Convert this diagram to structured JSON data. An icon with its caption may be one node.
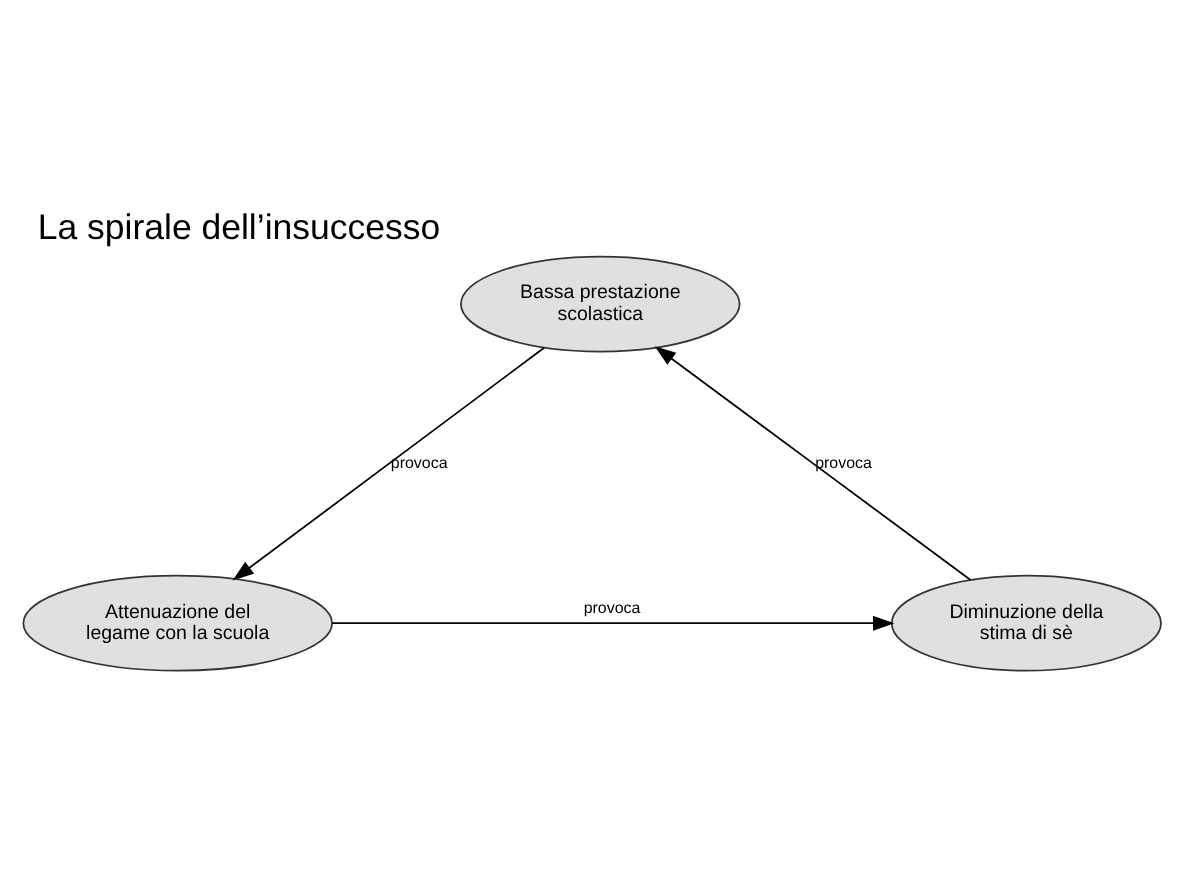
{
  "diagram": {
    "title": "La spirale dell’insuccesso",
    "nodes": [
      {
        "text": [
          "Bassa prestazione scolastica"
        ]
      },
      {
        "text": [
          "Attenuazione del legame con la scuola"
        ]
      },
      {
        "text": [
          "Diminuzione della stima di sè"
        ]
      }
    ],
    "edges": [
      {
        "from": 0,
        "to": 1,
        "arrow": "to",
        "label": "provoca"
      },
      {
        "from": 1,
        "to": 2,
        "arrow": "to",
        "label": "provoca"
      },
      {
        "from": 2,
        "to": 0,
        "arrow": "to",
        "label": "provoca"
      }
    ]
  }
}
